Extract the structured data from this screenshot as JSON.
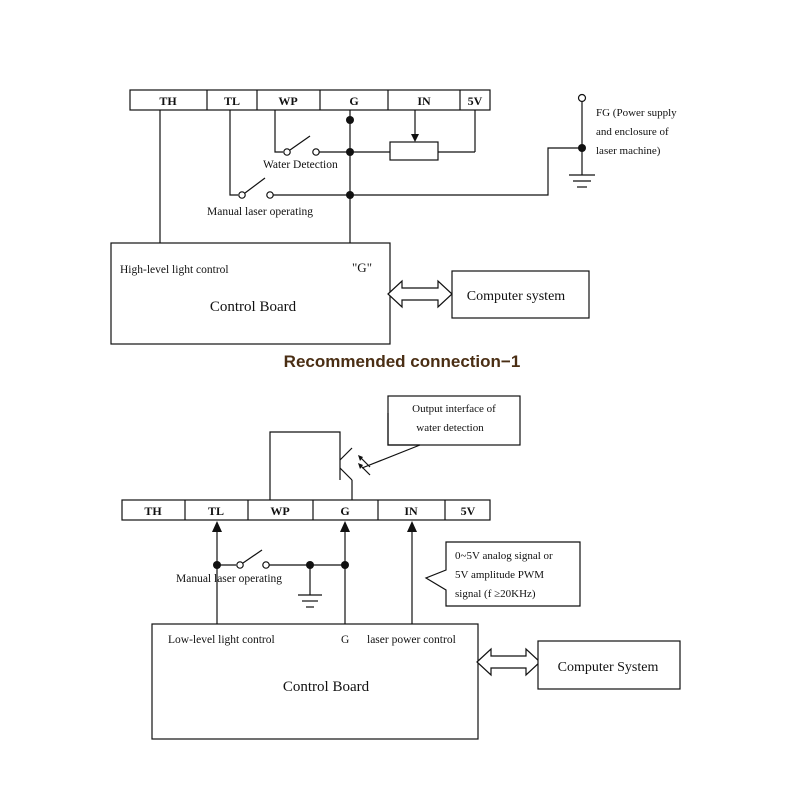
{
  "diagram1": {
    "terminals": [
      "TH",
      "TL",
      "WP",
      "G",
      "IN",
      "5V"
    ],
    "water_detection": "Water Detection",
    "manual_laser": "Manual laser operating",
    "fg_label": [
      "FG  (Power supply",
      "and   enclosure   of",
      "laser machine)"
    ],
    "high_level": "High-level light control",
    "g_label": "\"G\"",
    "control_board": "Control Board",
    "computer_system": "Computer system"
  },
  "caption": "Recommended connection−1",
  "diagram2": {
    "terminals": [
      "TH",
      "TL",
      "WP",
      "G",
      "IN",
      "5V"
    ],
    "output_interface": [
      "Output    interface    of",
      "water detection"
    ],
    "manual_laser": "Manual laser operating",
    "signal_note": [
      "0~5V analog signal or",
      "5V   amplitude   PWM",
      "signal (f  ≥20KHz)"
    ],
    "low_level": "Low-level light control",
    "g_label": "G",
    "laser_power": "laser power control",
    "control_board": "Control Board",
    "computer_system": "Computer System"
  },
  "colors": {
    "caption": "#4a2e14",
    "line": "#111111"
  }
}
